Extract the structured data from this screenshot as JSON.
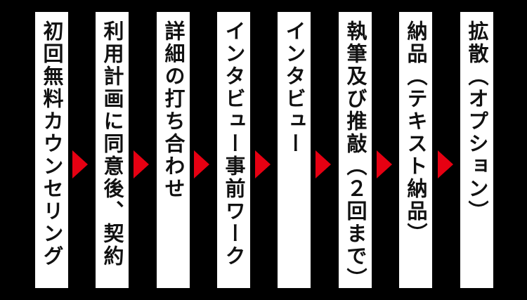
{
  "colors": {
    "bg": "#000000",
    "bar": "#ffffff",
    "text": "#111111",
    "arrow": "#e60012"
  },
  "icons": {
    "step_separator": "right-triangle-arrow-icon"
  },
  "flow": {
    "orientation": "vertical-text-horizontal-sequence",
    "step_count": 8,
    "steps": [
      {
        "label": "初回無料カウンセリング"
      },
      {
        "label": "利用計画に同意後、契約"
      },
      {
        "label": "詳細の打ち合わせ"
      },
      {
        "label": "インタビュー事前ワーク"
      },
      {
        "label": "インタビュー"
      },
      {
        "label": "執筆及び推敲（２回まで）"
      },
      {
        "label": "納品（テキスト納品）"
      },
      {
        "label": "拡散（オプション）"
      }
    ]
  }
}
